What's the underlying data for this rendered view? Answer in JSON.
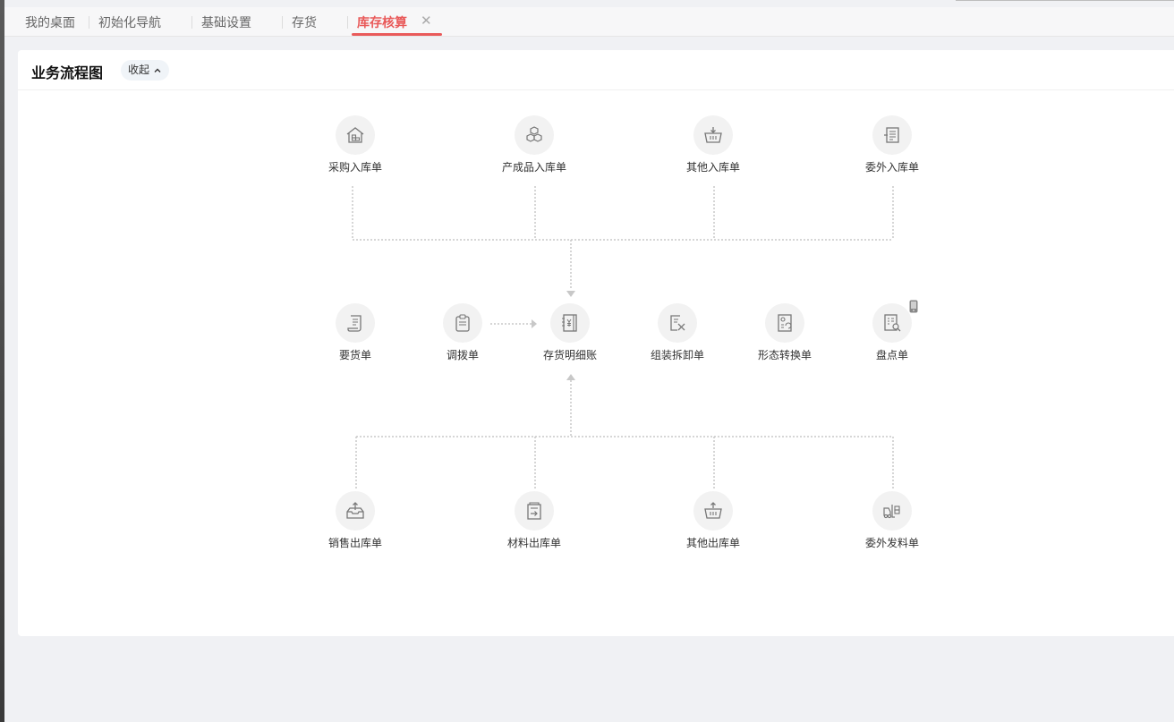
{
  "tabs": [
    {
      "label": "我的桌面"
    },
    {
      "label": "初始化导航"
    },
    {
      "label": "基础设置"
    },
    {
      "label": "存货"
    },
    {
      "label": "库存核算"
    }
  ],
  "tab_close": "✕",
  "panel": {
    "title": "业务流程图",
    "collapse_label": "收起"
  },
  "nodes": {
    "purchase_in": "采购入库单",
    "product_in": "产成品入库单",
    "other_in": "其他入库单",
    "outsource_in": "委外入库单",
    "requisition": "要货单",
    "transfer": "调拨单",
    "inventory_ledger": "存货明细账",
    "assembly": "组装拆卸单",
    "form_convert": "形态转换单",
    "stocktake": "盘点单",
    "sales_out": "销售出库单",
    "material_out": "材料出库单",
    "other_out": "其他出库单",
    "outsource_issue": "委外发料单"
  },
  "colors": {
    "accent": "#e95a5a",
    "icon_bg": "#f2f2f2",
    "line": "#c8c8c8"
  }
}
